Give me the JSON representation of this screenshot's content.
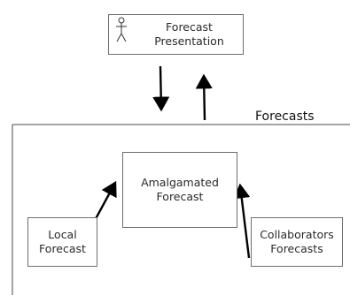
{
  "diagram": {
    "presentation_box": {
      "line1": "Forecast",
      "line2": "Presentation",
      "icon": "user-icon"
    },
    "frame": {
      "label": "Forecasts"
    },
    "amalgamated_box": {
      "line1": "Amalgamated",
      "line2": "Forecast"
    },
    "local_box": {
      "line1": "Local",
      "line2": "Forecast"
    },
    "collab_box": {
      "line1": "Collaborators",
      "line2": "Forecasts"
    },
    "colors": {
      "box_border": "#6e6e6e",
      "frame_line": "#4a4a4a",
      "arrow": "#000000",
      "text": "#2a2a2a"
    }
  }
}
